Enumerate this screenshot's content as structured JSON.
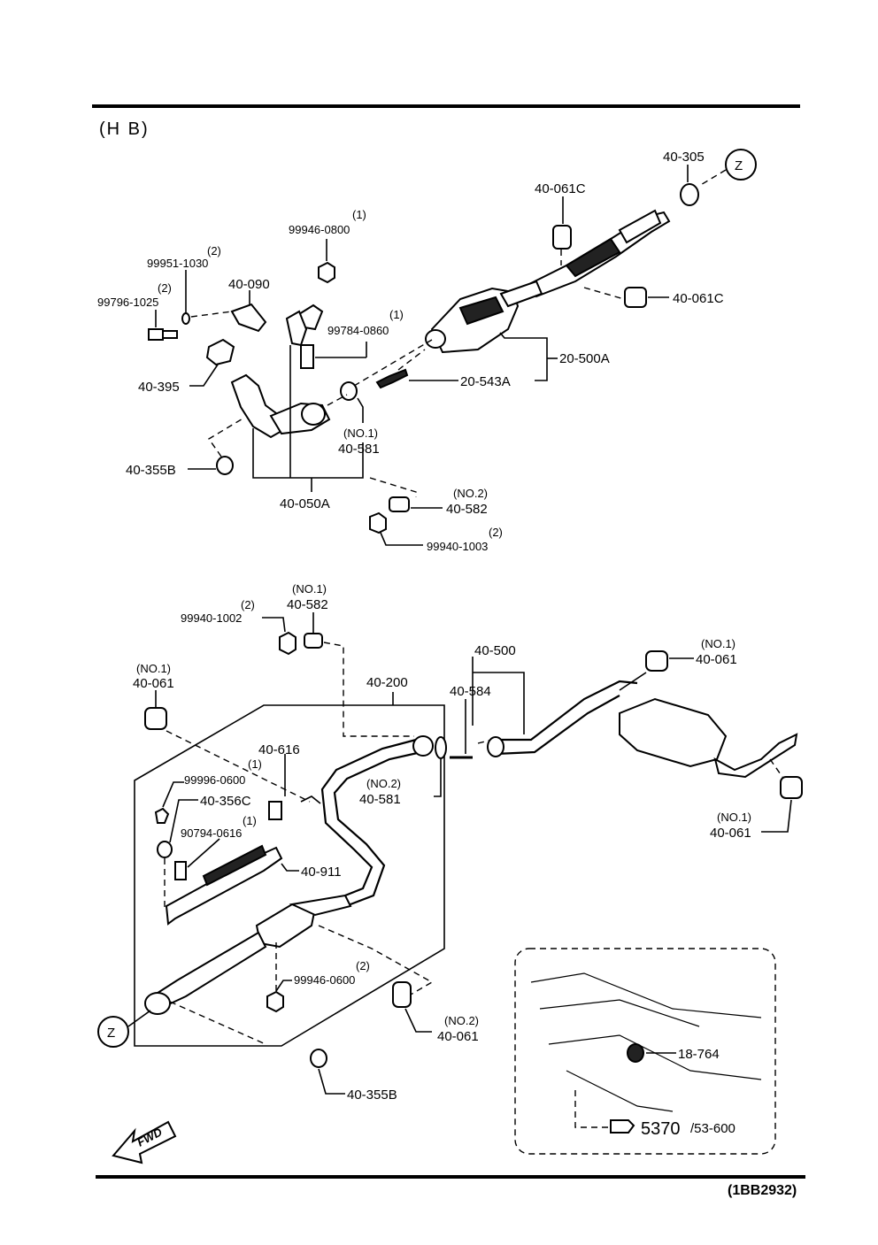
{
  "header": {
    "variant": "(H B)",
    "diagram_code": "(1BB2932)"
  },
  "top_section": {
    "labels": {
      "p_40_305": "40-305",
      "z_mark": "Z",
      "p_40_061c_a": "40-061C",
      "p_40_061c_b": "40-061C",
      "qty_99946_0800": "(1)",
      "p_99946_0800": "99946-0800",
      "qty_99951_1030": "(2)",
      "p_99951_1030": "99951-1030",
      "p_40_090": "40-090",
      "qty_99796_1025": "(2)",
      "p_99796_1025": "99796-1025",
      "qty_99784_0860": "(1)",
      "p_99784_0860": "99784-0860",
      "p_20_500a": "20-500A",
      "p_40_395": "40-395",
      "p_20_543a": "20-543A",
      "no1_40_581": "(NO.1)",
      "p_40_581": "40-581",
      "p_40_355b": "40-355B",
      "p_40_050a": "40-050A",
      "no2_40_582": "(NO.2)",
      "p_40_582": "40-582",
      "qty_99940_1003": "(2)",
      "p_99940_1003": "99940-1003"
    }
  },
  "bottom_section": {
    "labels": {
      "no1_40_582": "(NO.1)",
      "p_40_582": "40-582",
      "qty_99940_1002": "(2)",
      "p_99940_1002": "99940-1002",
      "p_40_500": "40-500",
      "no1_40_061_right": "(NO.1)",
      "p_40_061_right": "40-061",
      "no1_40_061_left": "(NO.1)",
      "p_40_061_left": "40-061",
      "p_40_200": "40-200",
      "p_40_584": "40-584",
      "p_40_616": "40-616",
      "qty_99996_0600": "(1)",
      "p_99996_0600": "99996-0600",
      "no2_40_581": "(NO.2)",
      "p_40_581": "40-581",
      "p_40_356c": "40-356C",
      "qty_90794_0616": "(1)",
      "p_90794_0616": "90794-0616",
      "p_40_911": "40-911",
      "no1_40_061_rb": "(NO.1)",
      "p_40_061_rb": "40-061",
      "qty_99946_0600": "(2)",
      "p_99946_0600": "99946-0600",
      "z_mark": "Z",
      "no2_40_061": "(NO.2)",
      "p_40_061_no2": "40-061",
      "p_18_764": "18-764",
      "p_40_355b": "40-355B",
      "ref_5370": "5370",
      "ref_53_600": "/53-600",
      "fwd": "FWD"
    }
  }
}
